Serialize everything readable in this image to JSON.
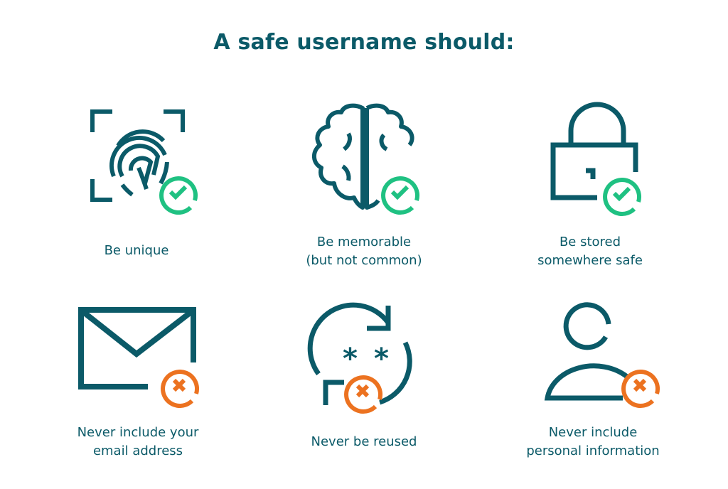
{
  "title": "A safe username should:",
  "colors": {
    "primary": "#0b5a68",
    "positive": "#1fc182",
    "negative": "#ec7220",
    "background": "#ffffff"
  },
  "items": [
    {
      "icon": "fingerprint-icon",
      "badge": "check-badge-icon",
      "label": "Be unique"
    },
    {
      "icon": "brain-icon",
      "badge": "check-badge-icon",
      "label": "Be memorable\n(but not common)"
    },
    {
      "icon": "padlock-icon",
      "badge": "check-badge-icon",
      "label": "Be stored\nsomewhere safe"
    },
    {
      "icon": "envelope-icon",
      "badge": "x-badge-icon",
      "label": "Never include your\nemail address"
    },
    {
      "icon": "password-reuse-icon",
      "badge": "x-badge-icon",
      "label": "Never be reused"
    },
    {
      "icon": "person-icon",
      "badge": "x-badge-icon",
      "label": "Never include\npersonal information"
    }
  ]
}
